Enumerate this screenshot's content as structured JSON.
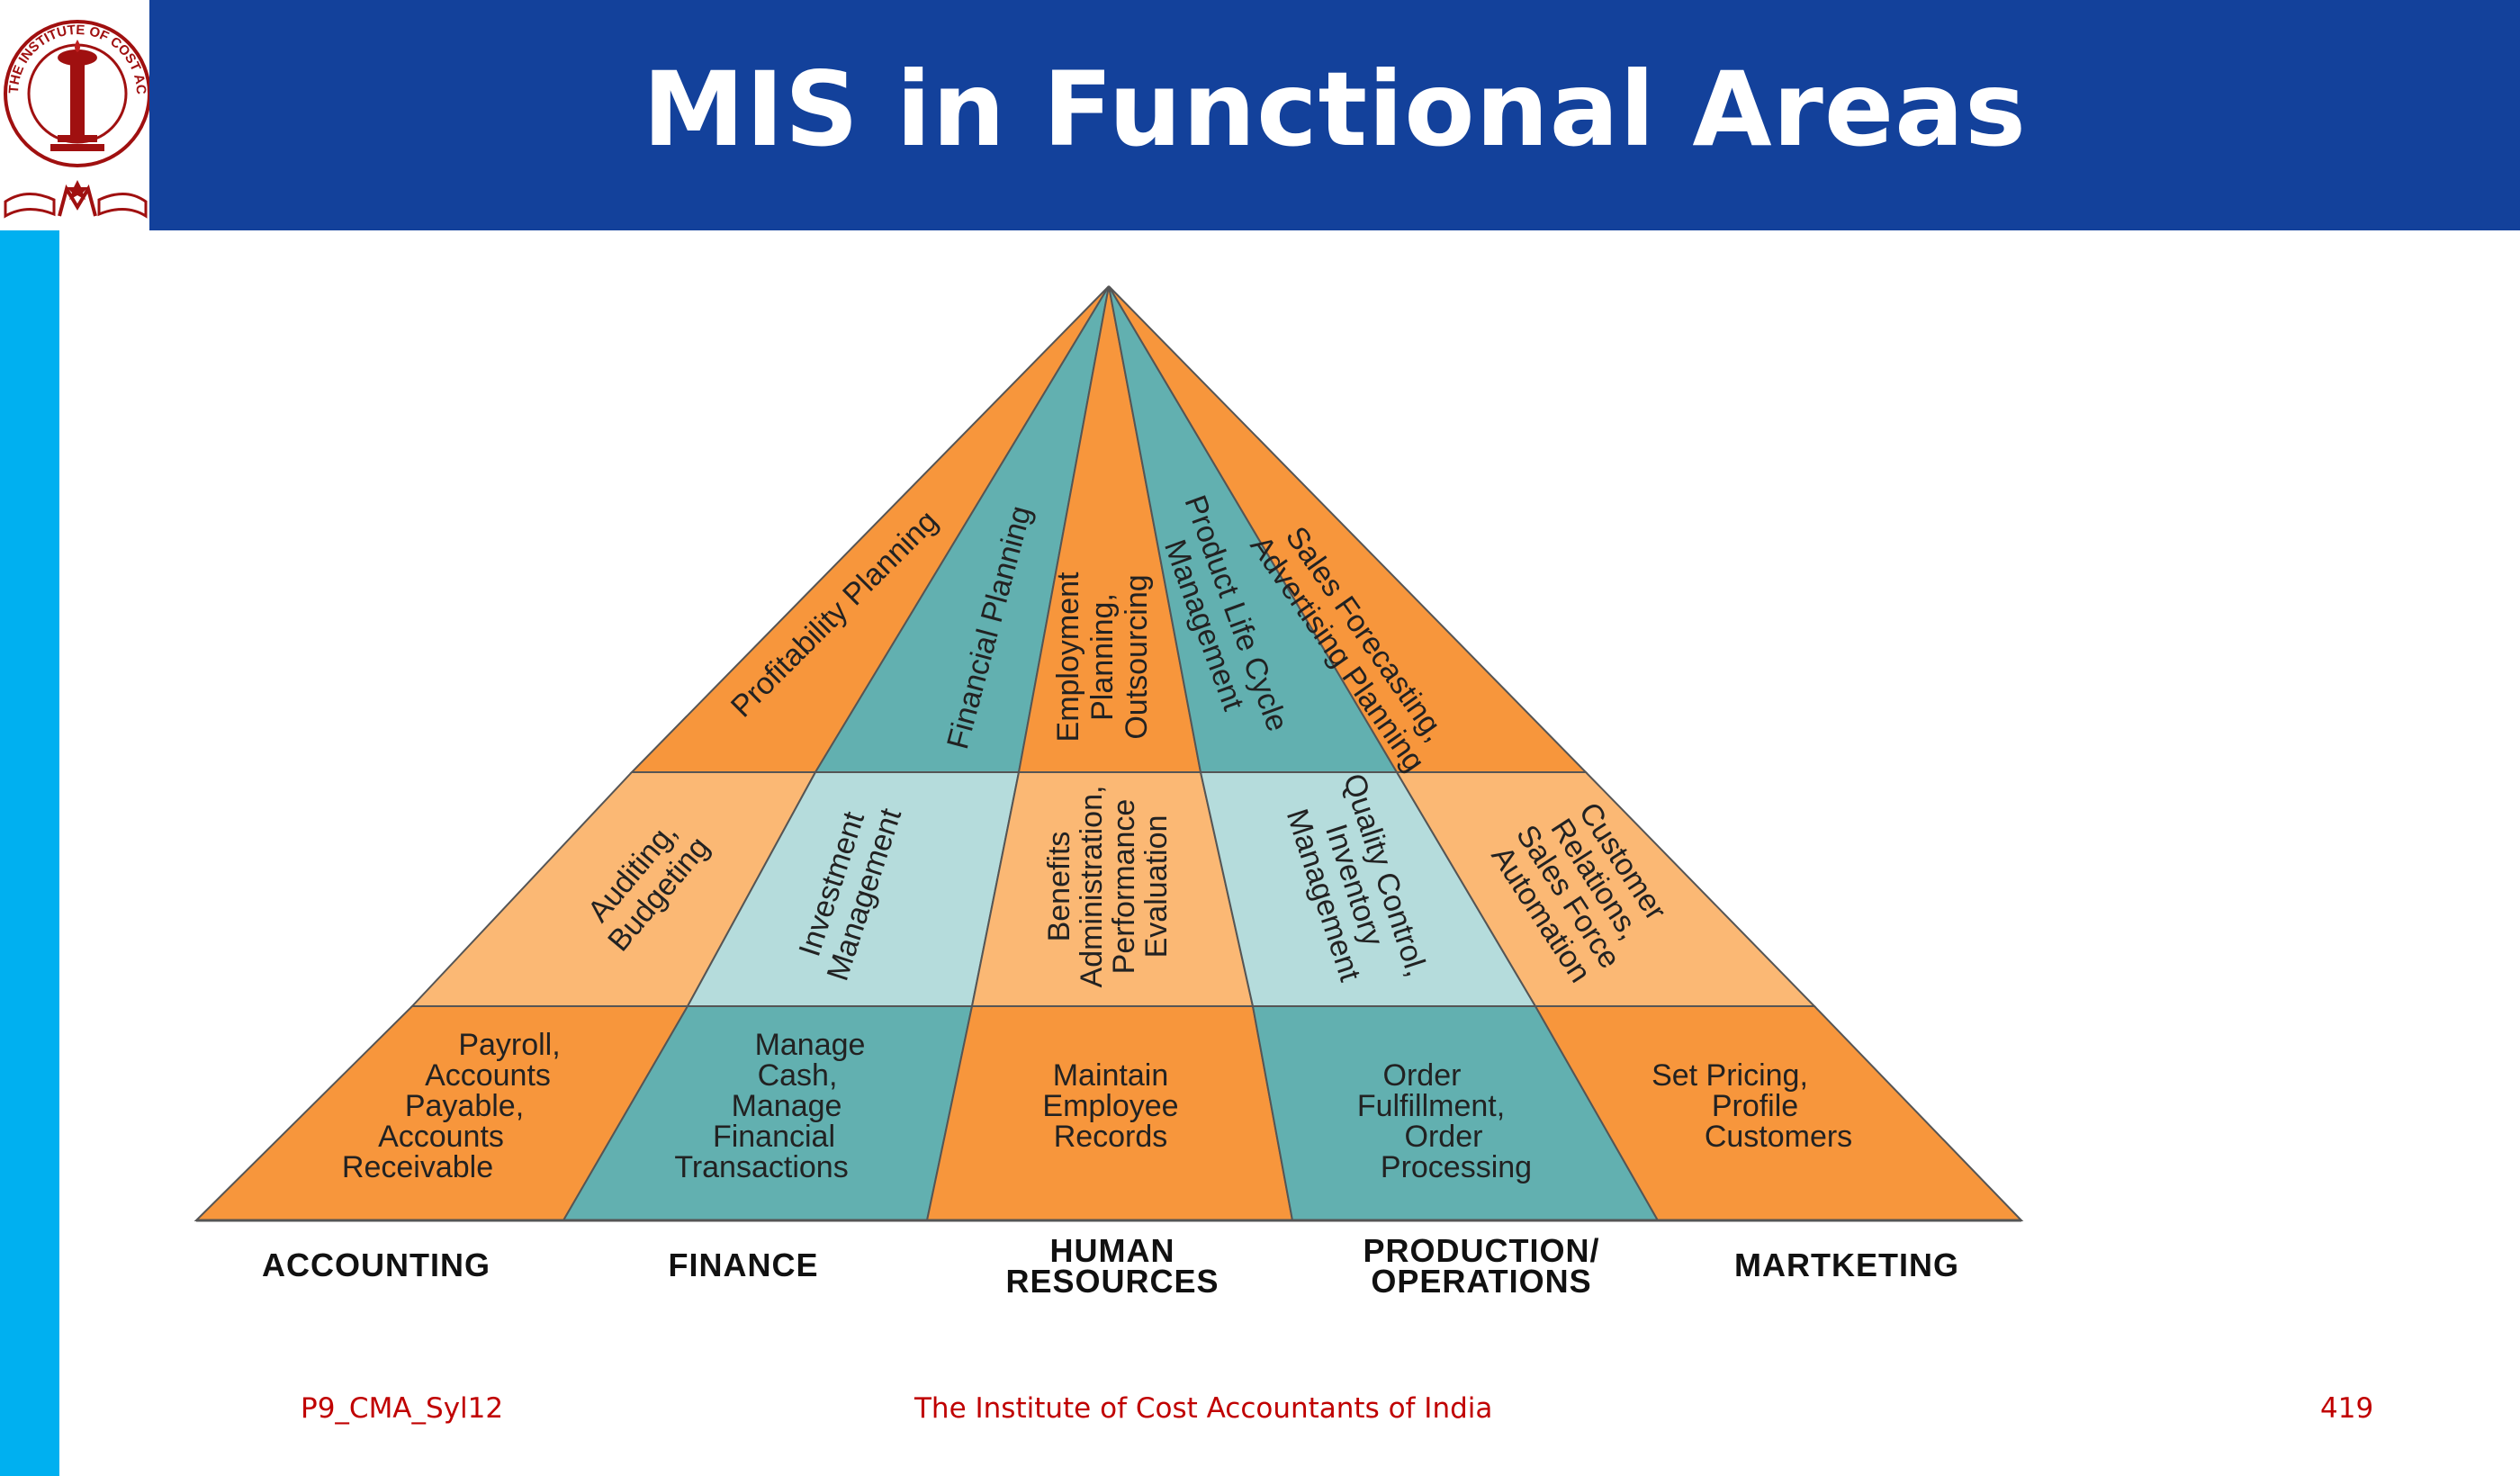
{
  "slide": {
    "title": "MIS in Functional Areas"
  },
  "logo": {
    "ring_text": "THE INSTITUTE OF COST ACCOUNTANTS OF INDIA"
  },
  "colors": {
    "header": "#13419b",
    "side_bar": "#00b0f0",
    "orange_dark": "#f7963c",
    "orange_light": "#fbb874",
    "teal_dark": "#62b0b0",
    "teal_light": "#b5dcdc",
    "footer_text": "#c00000"
  },
  "pyramid": {
    "top_tier": [
      "Profitability Planning",
      "Financial Planning",
      "Employment Planning, Outsourcing",
      "Product Life Cycle Management",
      "Sales Forecasting, Advertising Planning"
    ],
    "middle_tier": [
      "Auditing, Budgeting",
      "Investment Management",
      "Benefits Administration, Performance Evaluation",
      "Quality Control, Inventory Management",
      "Customer Relations, Sales Force Automation"
    ],
    "bottom_tier": [
      "Payroll, Accounts Payable, Accounts Receivable",
      "Manage Cash, Manage Financial Transactions",
      "Maintain Employee Records",
      "Order Fulfillment, Order Processing",
      "Set Pricing, Profile Customers"
    ],
    "base_labels": [
      "ACCOUNTING",
      "FINANCE",
      "HUMAN RESOURCES",
      "PRODUCTION/ OPERATIONS",
      "MARTKETING"
    ]
  },
  "footer": {
    "code": "P9_CMA_Syl12",
    "organization": "The Institute of Cost Accountants of India",
    "page": "419"
  }
}
